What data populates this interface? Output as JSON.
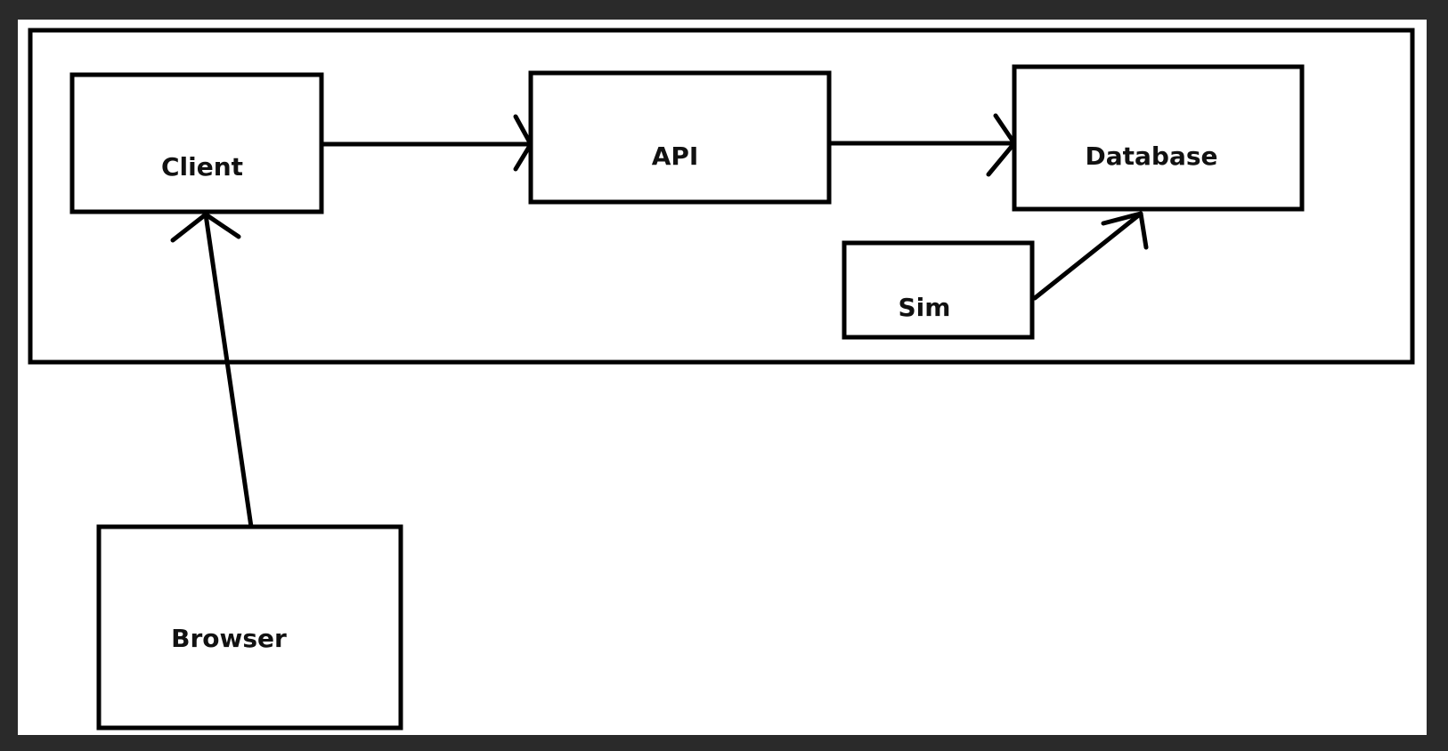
{
  "diagram": {
    "nodes": {
      "client": {
        "label": "Client"
      },
      "api": {
        "label": "API"
      },
      "database": {
        "label": "Database"
      },
      "sim": {
        "label": "Sim"
      },
      "browser": {
        "label": "Browser"
      }
    },
    "edges": [
      {
        "from": "Client",
        "to": "API"
      },
      {
        "from": "API",
        "to": "Database"
      },
      {
        "from": "Sim",
        "to": "Database"
      },
      {
        "from": "Browser",
        "to": "Client"
      }
    ]
  }
}
